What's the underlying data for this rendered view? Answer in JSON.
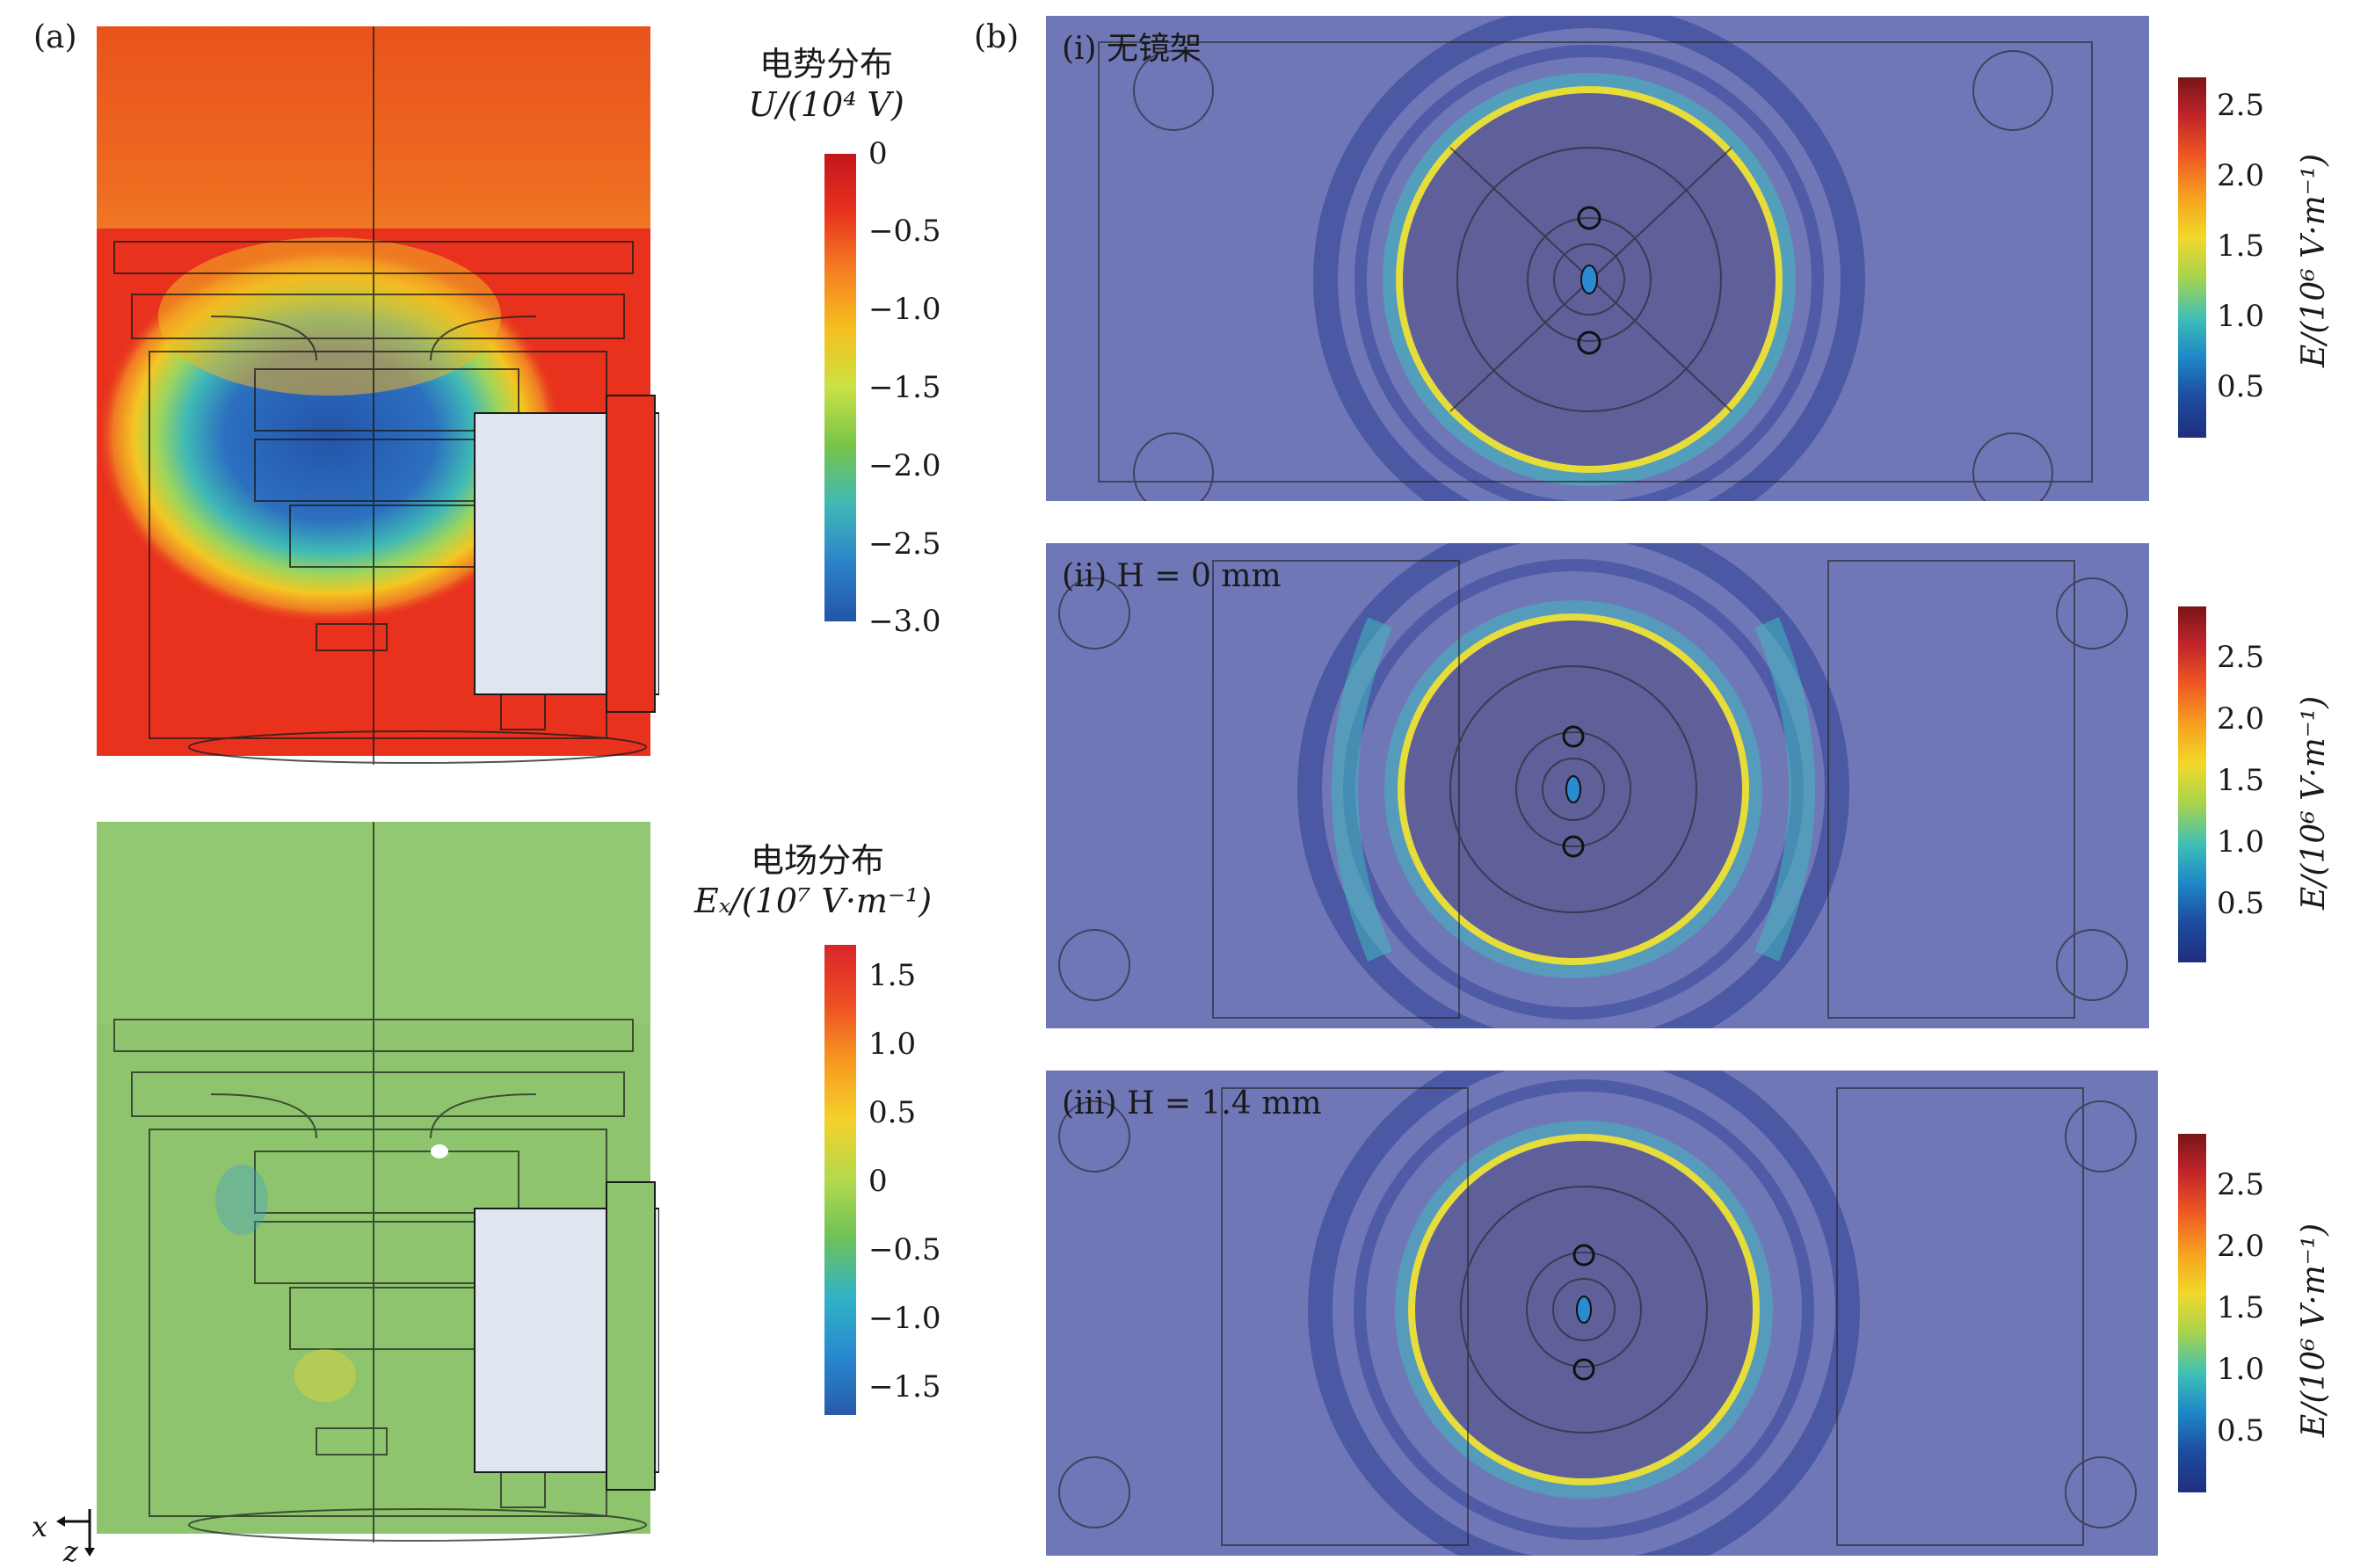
{
  "panel_a": {
    "label": "(a)",
    "top": {
      "title_cn": "电势分布",
      "title_unit": "U/(10⁴ V)",
      "colorbar_ticks": [
        "0",
        "−0.5",
        "−1.0",
        "−1.5",
        "−2.0",
        "−2.5",
        "−3.0"
      ],
      "colormap": [
        "#c2171c",
        "#e8321e",
        "#f57f22",
        "#f6c01f",
        "#c9e244",
        "#77c44a",
        "#3fb9b6",
        "#2c82c9",
        "#2454a8"
      ]
    },
    "bottom": {
      "title_cn": "电场分布",
      "title_unit": "Eₓ/(10⁷ V·m⁻¹)",
      "colorbar_ticks": [
        "1.5",
        "1.0",
        "0.5",
        "0",
        "−0.5",
        "−1.0",
        "−1.5"
      ],
      "colormap": [
        "#d8262b",
        "#ee4d24",
        "#f79a20",
        "#f3d22b",
        "#b3d94b",
        "#6cc15a",
        "#30b3c6",
        "#2889d0",
        "#285ba9"
      ]
    },
    "axis_x": "x",
    "axis_z": "z"
  },
  "panel_b": {
    "label": "(b)",
    "colormap": [
      "#7a1418",
      "#c3262a",
      "#ef5a23",
      "#f7a11f",
      "#f1d92b",
      "#a7d34e",
      "#3fc0b6",
      "#1d87c8",
      "#1e4b9e",
      "#1f2f7e"
    ],
    "subpanels": [
      {
        "tag": "(i) 无镜架",
        "ticks": [
          "2.5",
          "2.0",
          "1.5",
          "1.0",
          "0.5"
        ],
        "ylabel": "E/(10⁶ V·m⁻¹)"
      },
      {
        "tag": "(ii) H = 0 mm",
        "ticks": [
          "2.5",
          "2.0",
          "1.5",
          "1.0",
          "0.5"
        ],
        "ylabel": "E/(10⁶ V·m⁻¹)"
      },
      {
        "tag": "(iii) H = 1.4 mm",
        "ticks": [
          "2.5",
          "2.0",
          "1.5",
          "1.0",
          "0.5"
        ],
        "ylabel": "E/(10⁶ V·m⁻¹)"
      }
    ]
  }
}
